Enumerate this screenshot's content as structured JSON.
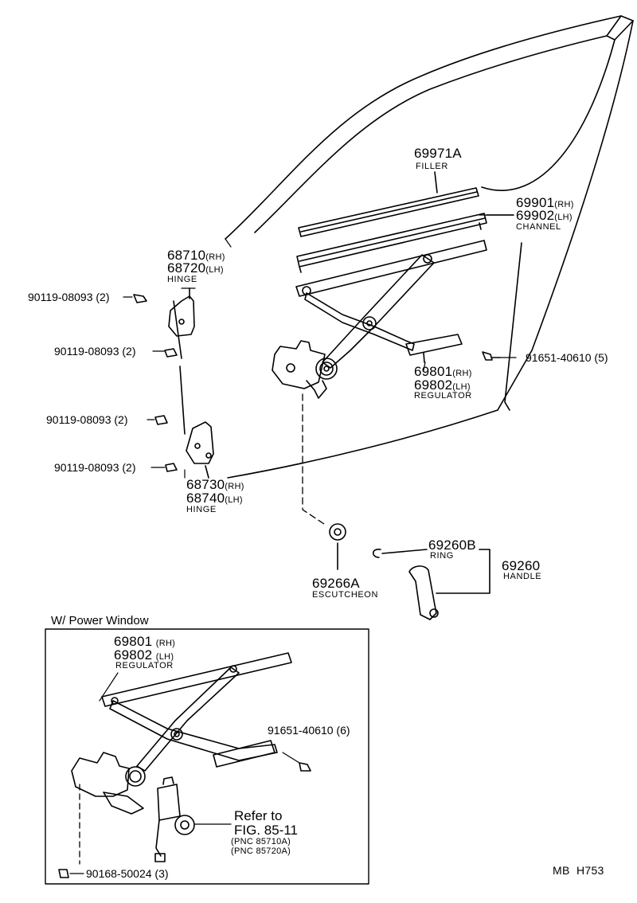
{
  "parts": {
    "filler": {
      "number": "69971A",
      "name": "FILLER"
    },
    "channel": {
      "number_rh": "69901",
      "suffix_rh": "(RH)",
      "number_lh": "69902",
      "suffix_lh": "(LH)",
      "name": "CHANNEL"
    },
    "hinge_upper": {
      "number_rh": "68710",
      "suffix_rh": "(RH)",
      "number_lh": "68720",
      "suffix_lh": "(LH)",
      "name": "HINGE"
    },
    "hinge_lower": {
      "number_rh": "68730",
      "suffix_rh": "(RH)",
      "number_lh": "68740",
      "suffix_lh": "(LH)",
      "name": "HINGE"
    },
    "regulator": {
      "number_rh": "69801",
      "suffix_rh": "(RH)",
      "number_lh": "69802",
      "suffix_lh": "(LH)",
      "name": "REGULATOR"
    },
    "bolt_regulator": {
      "number": "91651-40610",
      "qty": "(5)"
    },
    "bolts_hinge": [
      {
        "number": "90119-08093",
        "qty": "(2)"
      },
      {
        "number": "90119-08093",
        "qty": "(2)"
      },
      {
        "number": "90119-08093",
        "qty": "(2)"
      },
      {
        "number": "90119-08093",
        "qty": "(2)"
      }
    ],
    "escutcheon": {
      "number": "69266A",
      "name": "ESCUTCHEON"
    },
    "ring": {
      "number": "69260B",
      "name": "RING"
    },
    "handle": {
      "number": "69260",
      "name": "HANDLE"
    }
  },
  "power_window": {
    "title": "W/ Power Window",
    "regulator": {
      "number_rh": "69801",
      "suffix_rh": "(RH)",
      "number_lh": "69802",
      "suffix_lh": "(LH)",
      "name": "REGULATOR"
    },
    "bolt": {
      "number": "91651-40610",
      "qty": "(6)"
    },
    "screw": {
      "number": "90168-50024",
      "qty": "(3)"
    },
    "refer": {
      "line1": "Refer to",
      "line2": "FIG. 85-11",
      "pnc1": "(PNC 85710A)",
      "pnc2": "(PNC 85720A)"
    }
  },
  "drawing_code": "MB  H753"
}
